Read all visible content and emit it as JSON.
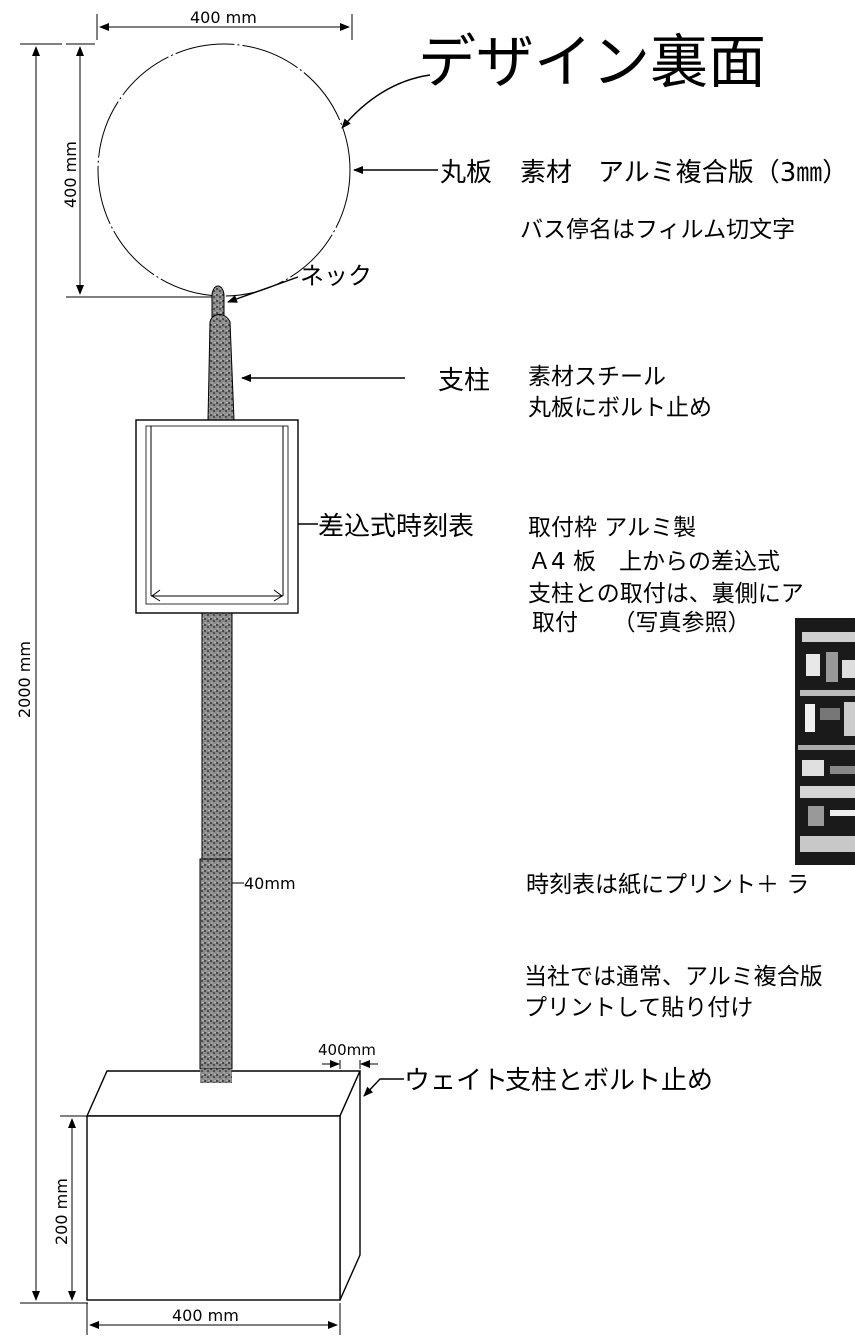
{
  "title": "デザイン裏面",
  "dimensions": {
    "circle_width": "400 mm",
    "circle_height": "400 mm",
    "total_height": "2000 mm",
    "pole_width": "40mm",
    "weight_depth": "400mm",
    "weight_height": "200 mm",
    "weight_width": "400 mm"
  },
  "parts": {
    "round_plate": {
      "label": "丸板",
      "spec": "素材　アルミ複合版（3㎜）",
      "note": "バス停名はフィルム切文字"
    },
    "neck": {
      "label": "ネック"
    },
    "pole": {
      "label": "支柱",
      "lines": [
        "素材スチール",
        "丸板にボルト止め"
      ]
    },
    "timetable": {
      "label": "差込式時刻表",
      "lines": [
        "取付枠 アルミ製",
        "Ａ4 板　上からの差込式",
        "支柱との取付は、裏側にア",
        "取付　　（写真参照）"
      ],
      "print_note": "時刻表は紙にプリント＋ ラ",
      "company_note": [
        "当社では通常、アルミ複合版",
        "プリントして貼り付け"
      ]
    },
    "weight": {
      "label": "ウェイト",
      "spec": "支柱とボルト止め"
    }
  },
  "colors": {
    "ink": "#000000",
    "paper": "#ffffff",
    "pole_texture": "#555555"
  }
}
